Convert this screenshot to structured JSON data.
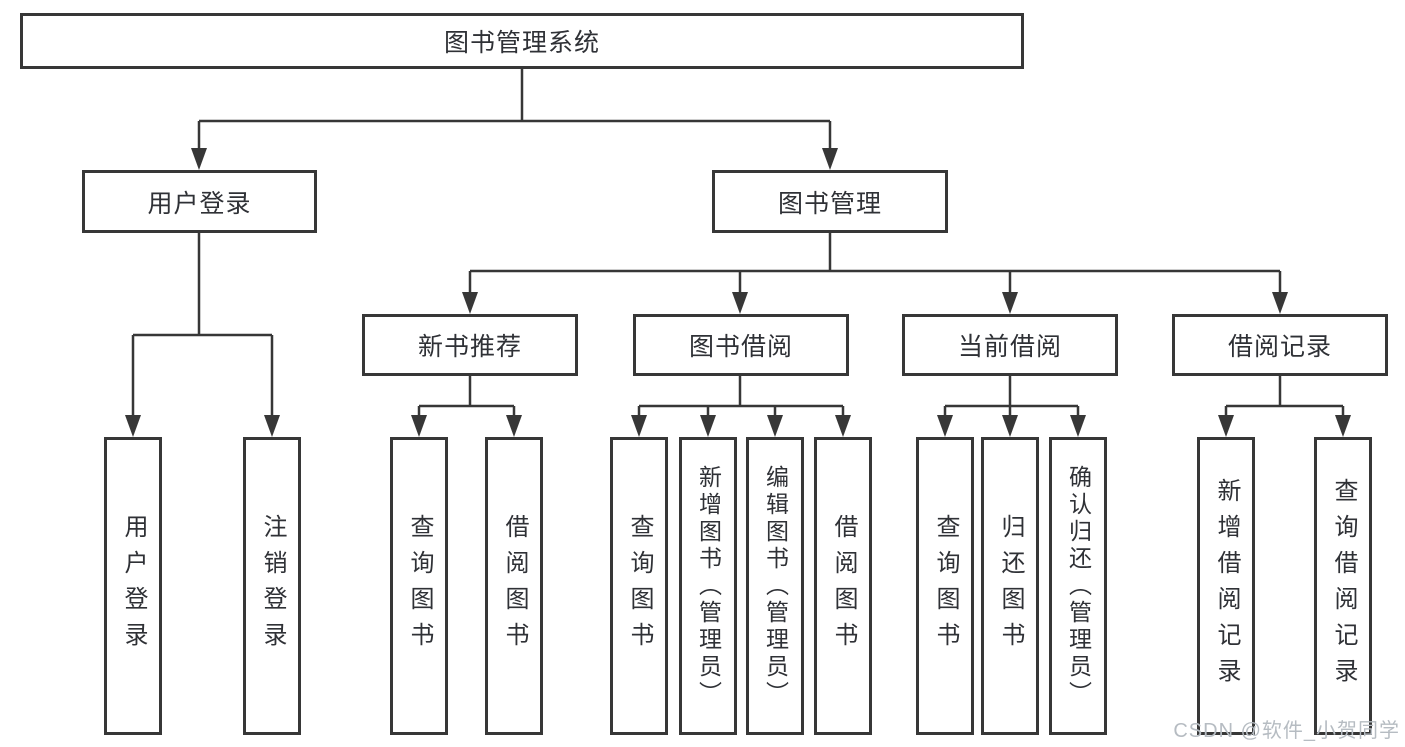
{
  "diagram": {
    "root_label": "图书管理系统",
    "level2": {
      "user_login": "用户登录",
      "book_management": "图书管理"
    },
    "level3": {
      "new_book_recommend": "新书推荐",
      "book_borrowing": "图书借阅",
      "current_borrowing": "当前借阅",
      "borrowing_records": "借阅记录"
    },
    "leaves": {
      "user_login": [
        "用户登录",
        "注销登录"
      ],
      "new_book_recommend": [
        "查询图书",
        "借阅图书"
      ],
      "book_borrowing": [
        "查询图书",
        "新增图书（管理员）",
        "编辑图书（管理员）",
        "借阅图书"
      ],
      "current_borrowing": [
        "查询图书",
        "归还图书",
        "确认归还（管理员）"
      ],
      "borrowing_records": [
        "新增借阅记录",
        "查询借阅记录"
      ]
    },
    "watermark": "CSDN @软件_小贺同学",
    "colors": {
      "line": "#373737",
      "text": "#2f3136",
      "watermark": "#b6bcc2",
      "background": "#ffffff"
    }
  }
}
